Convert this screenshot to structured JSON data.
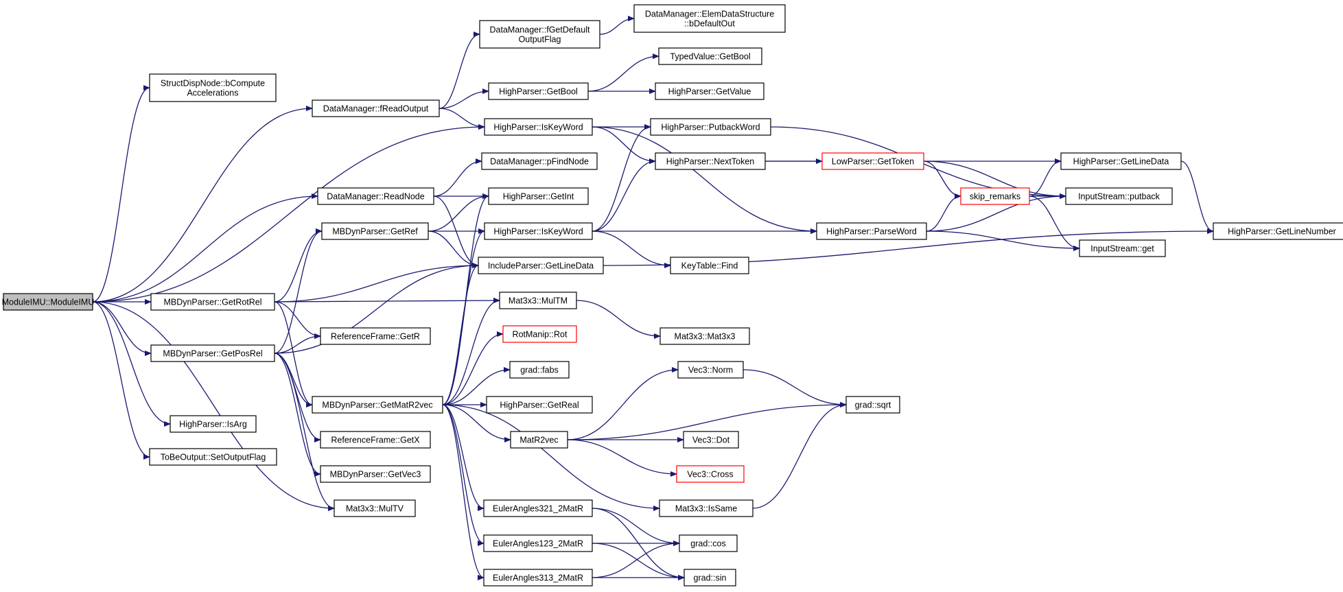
{
  "diagram": {
    "type": "call-graph",
    "node_fill": "#ffffff",
    "root_fill": "#bfbfbf",
    "edge_color": "#191970",
    "highlight_border": "#ff0000",
    "nodes": [
      {
        "id": "root",
        "lines": [
          "ModuleIMU::ModuleIMU"
        ],
        "style": "root"
      },
      {
        "id": "sdn",
        "lines": [
          "StructDispNode::bCompute",
          "Accelerations"
        ]
      },
      {
        "id": "dmfro",
        "lines": [
          "DataManager::fReadOutput"
        ]
      },
      {
        "id": "dmfgdo",
        "lines": [
          "DataManager::fGetDefault",
          "OutputFlag"
        ]
      },
      {
        "id": "dmeds",
        "lines": [
          "DataManager::ElemDataStructure",
          "::bDefaultOut"
        ]
      },
      {
        "id": "tvgb",
        "lines": [
          "TypedValue::GetBool"
        ]
      },
      {
        "id": "hpgb",
        "lines": [
          "HighParser::GetBool"
        ]
      },
      {
        "id": "hpgv",
        "lines": [
          "HighParser::GetValue"
        ]
      },
      {
        "id": "hpikw1",
        "lines": [
          "HighParser::IsKeyWord"
        ]
      },
      {
        "id": "hppbw",
        "lines": [
          "HighParser::PutbackWord"
        ]
      },
      {
        "id": "dmpfn",
        "lines": [
          "DataManager::pFindNode"
        ]
      },
      {
        "id": "hpnt",
        "lines": [
          "HighParser::NextToken"
        ]
      },
      {
        "id": "lpgt",
        "lines": [
          "LowParser::GetToken"
        ],
        "style": "red"
      },
      {
        "id": "hpgld",
        "lines": [
          "HighParser::GetLineData"
        ]
      },
      {
        "id": "dmrn",
        "lines": [
          "DataManager::ReadNode"
        ]
      },
      {
        "id": "hpgi",
        "lines": [
          "HighParser::GetInt"
        ]
      },
      {
        "id": "skip",
        "lines": [
          "skip_remarks"
        ],
        "style": "red"
      },
      {
        "id": "ispb",
        "lines": [
          "InputStream::putback"
        ]
      },
      {
        "id": "mbgref",
        "lines": [
          "MBDynParser::GetRef"
        ]
      },
      {
        "id": "hpikw2",
        "lines": [
          "HighParser::IsKeyWord"
        ]
      },
      {
        "id": "hppw",
        "lines": [
          "HighParser::ParseWord"
        ]
      },
      {
        "id": "hpgln",
        "lines": [
          "HighParser::GetLineNumber"
        ]
      },
      {
        "id": "isg",
        "lines": [
          "InputStream::get"
        ]
      },
      {
        "id": "ipgld",
        "lines": [
          "IncludeParser::GetLineData"
        ]
      },
      {
        "id": "ktf",
        "lines": [
          "KeyTable::Find"
        ]
      },
      {
        "id": "mbgrr",
        "lines": [
          "MBDynParser::GetRotRel"
        ]
      },
      {
        "id": "m33mtm",
        "lines": [
          "Mat3x3::MulTM"
        ]
      },
      {
        "id": "rfgr",
        "lines": [
          "ReferenceFrame::GetR"
        ]
      },
      {
        "id": "m33m33",
        "lines": [
          "Mat3x3::Mat3x3"
        ]
      },
      {
        "id": "mbgpr",
        "lines": [
          "MBDynParser::GetPosRel"
        ]
      },
      {
        "id": "rmrot",
        "lines": [
          "RotManip::Rot"
        ],
        "style": "red"
      },
      {
        "id": "gfabs",
        "lines": [
          "grad::fabs"
        ]
      },
      {
        "id": "v3norm",
        "lines": [
          "Vec3::Norm"
        ]
      },
      {
        "id": "mbgmr",
        "lines": [
          "MBDynParser::GetMatR2vec"
        ]
      },
      {
        "id": "hpgr",
        "lines": [
          "HighParser::GetReal"
        ]
      },
      {
        "id": "gsqrt",
        "lines": [
          "grad::sqrt"
        ]
      },
      {
        "id": "hpia",
        "lines": [
          "HighParser::IsArg"
        ]
      },
      {
        "id": "rfgx",
        "lines": [
          "ReferenceFrame::GetX"
        ]
      },
      {
        "id": "mr2v",
        "lines": [
          "MatR2vec"
        ]
      },
      {
        "id": "v3dot",
        "lines": [
          "Vec3::Dot"
        ]
      },
      {
        "id": "tbo",
        "lines": [
          "ToBeOutput::SetOutputFlag"
        ]
      },
      {
        "id": "mbgv3",
        "lines": [
          "MBDynParser::GetVec3"
        ]
      },
      {
        "id": "v3cross",
        "lines": [
          "Vec3::Cross"
        ],
        "style": "red"
      },
      {
        "id": "m33mtv",
        "lines": [
          "Mat3x3::MulTV"
        ]
      },
      {
        "id": "m33is",
        "lines": [
          "Mat3x3::IsSame"
        ]
      },
      {
        "id": "ea321",
        "lines": [
          "EulerAngles321_2MatR"
        ]
      },
      {
        "id": "gcos",
        "lines": [
          "grad::cos"
        ]
      },
      {
        "id": "ea123",
        "lines": [
          "EulerAngles123_2MatR"
        ]
      },
      {
        "id": "ea313",
        "lines": [
          "EulerAngles313_2MatR"
        ]
      },
      {
        "id": "gsin",
        "lines": [
          "grad::sin"
        ]
      }
    ],
    "edges": [
      [
        "root",
        "sdn"
      ],
      [
        "root",
        "dmfro"
      ],
      [
        "root",
        "hpikw1"
      ],
      [
        "root",
        "dmrn"
      ],
      [
        "root",
        "mbgrr"
      ],
      [
        "root",
        "mbgpr"
      ],
      [
        "root",
        "hpia"
      ],
      [
        "root",
        "tbo"
      ],
      [
        "root",
        "m33mtv"
      ],
      [
        "dmfro",
        "dmfgdo"
      ],
      [
        "dmfro",
        "hpgb"
      ],
      [
        "dmfro",
        "hpikw1"
      ],
      [
        "dmfgdo",
        "dmeds"
      ],
      [
        "hpgb",
        "tvgb"
      ],
      [
        "hpgb",
        "hpgv"
      ],
      [
        "hpikw1",
        "hppbw"
      ],
      [
        "hpikw1",
        "hpnt"
      ],
      [
        "hpikw1",
        "hppw"
      ],
      [
        "hppbw",
        "ispb"
      ],
      [
        "hpnt",
        "lpgt"
      ],
      [
        "hpnt",
        "hpgld"
      ],
      [
        "lpgt",
        "skip"
      ],
      [
        "lpgt",
        "ispb"
      ],
      [
        "hpgld",
        "hpgln"
      ],
      [
        "skip",
        "hpgld"
      ],
      [
        "skip",
        "ispb"
      ],
      [
        "skip",
        "isg"
      ],
      [
        "dmrn",
        "dmpfn"
      ],
      [
        "dmrn",
        "hpgi"
      ],
      [
        "dmrn",
        "ipgld"
      ],
      [
        "mbgref",
        "hpgi"
      ],
      [
        "mbgref",
        "hpikw2"
      ],
      [
        "mbgref",
        "ipgld"
      ],
      [
        "hpikw2",
        "hppbw"
      ],
      [
        "hpikw2",
        "hpnt"
      ],
      [
        "hpikw2",
        "hppw"
      ],
      [
        "hpikw2",
        "ktf"
      ],
      [
        "hppw",
        "skip"
      ],
      [
        "hppw",
        "ispb"
      ],
      [
        "hppw",
        "isg"
      ],
      [
        "ipgld",
        "hpgln"
      ],
      [
        "mbgrr",
        "mbgref"
      ],
      [
        "mbgrr",
        "ipgld"
      ],
      [
        "mbgrr",
        "m33mtm"
      ],
      [
        "mbgrr",
        "rfgr"
      ],
      [
        "mbgrr",
        "mbgmr"
      ],
      [
        "m33mtm",
        "m33m33"
      ],
      [
        "mbgpr",
        "mbgref"
      ],
      [
        "mbgpr",
        "ipgld"
      ],
      [
        "mbgpr",
        "rfgr"
      ],
      [
        "mbgpr",
        "mbgmr"
      ],
      [
        "mbgpr",
        "rfgx"
      ],
      [
        "mbgpr",
        "mbgv3"
      ],
      [
        "mbgpr",
        "m33mtv"
      ],
      [
        "mbgmr",
        "hpgi"
      ],
      [
        "mbgmr",
        "hpikw2"
      ],
      [
        "mbgmr",
        "ipgld"
      ],
      [
        "mbgmr",
        "m33mtm"
      ],
      [
        "mbgmr",
        "rmrot"
      ],
      [
        "mbgmr",
        "gfabs"
      ],
      [
        "mbgmr",
        "hpgr"
      ],
      [
        "mbgmr",
        "mr2v"
      ],
      [
        "mbgmr",
        "m33is"
      ],
      [
        "mbgmr",
        "ea321"
      ],
      [
        "mbgmr",
        "ea123"
      ],
      [
        "mbgmr",
        "ea313"
      ],
      [
        "mr2v",
        "v3norm"
      ],
      [
        "mr2v",
        "gsqrt"
      ],
      [
        "mr2v",
        "v3dot"
      ],
      [
        "mr2v",
        "v3cross"
      ],
      [
        "v3norm",
        "gsqrt"
      ],
      [
        "m33is",
        "gsqrt"
      ],
      [
        "ea321",
        "gcos"
      ],
      [
        "ea321",
        "gsin"
      ],
      [
        "ea123",
        "gcos"
      ],
      [
        "ea123",
        "gsin"
      ],
      [
        "ea313",
        "gcos"
      ],
      [
        "ea313",
        "gsin"
      ]
    ]
  }
}
